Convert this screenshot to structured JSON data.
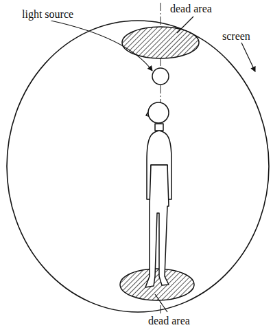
{
  "diagram": {
    "labels": [
      "light source",
      "dead area",
      "screen",
      "dead area"
    ]
  }
}
